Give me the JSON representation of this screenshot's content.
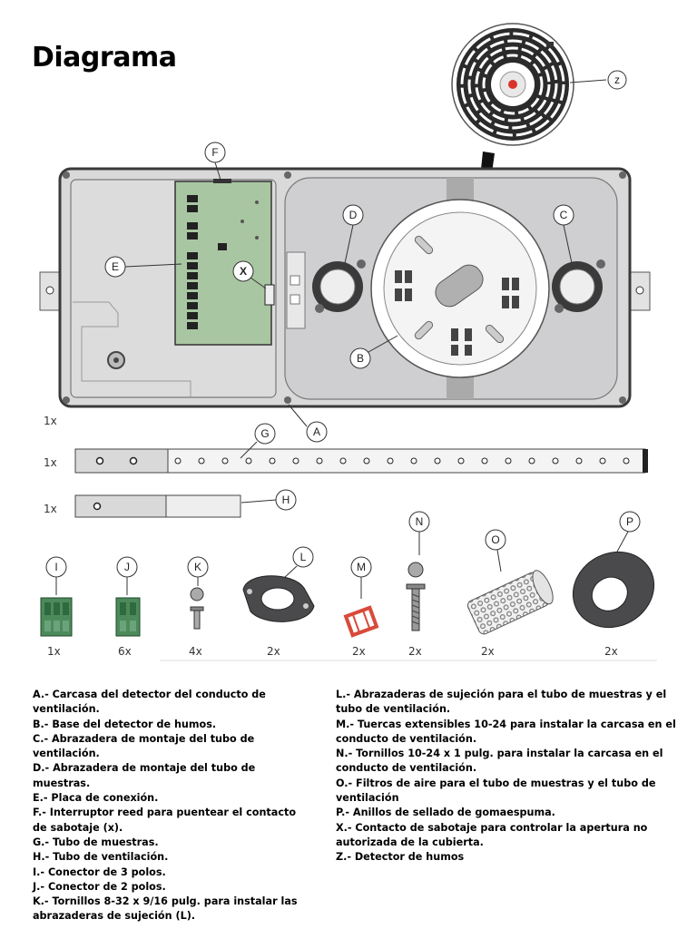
{
  "title": "Diagrama",
  "callouts": {
    "A": "A",
    "B": "B",
    "C": "C",
    "D": "D",
    "E": "E",
    "F": "F",
    "G": "G",
    "H": "H",
    "I": "I",
    "J": "J",
    "K": "K",
    "L": "L",
    "M": "M",
    "N": "N",
    "O": "O",
    "P": "P",
    "X": "X",
    "Z": "z"
  },
  "quantities": {
    "housing": "1x",
    "sample_tube": "1x",
    "vent_tube": "1x",
    "I": "1x",
    "J": "6x",
    "K": "4x",
    "L": "2x",
    "M": "2x",
    "N": "2x",
    "O": "2x",
    "P": "2x"
  },
  "legend_left": [
    "A.- Carcasa del detector del conducto de ventilación.",
    "B.- Base del detector de humos.",
    "C.- Abrazadera de montaje del tubo de ventilación.",
    "D.- Abrazadera de montaje del tubo de muestras.",
    "E.- Placa de conexión.",
    "F.- Interruptor reed para puentear el contacto de sabotaje (x).",
    "G.- Tubo de muestras.",
    "H.- Tubo de ventilación.",
    "I.- Conector de 3 polos.",
    "J.- Conector de 2 polos.",
    "K.- Tornillos 8-32 x 9/16 pulg. para instalar las abrazaderas de sujeción (L)."
  ],
  "legend_right": [
    "L.- Abrazaderas de sujeción para el tubo de muestras y el tubo de ventilación.",
    "M.- Tuercas extensibles 10-24 para instalar la carcasa en el conducto de ventilación.",
    "N.- Tornillos 10-24 x 1 pulg. para instalar la carcasa en el conducto de ventilación.",
    "O.- Filtros de aire para el tubo de muestras y el tubo de ventilación",
    "P.- Anillos de sellado de gomaespuma.",
    "X.- Contacto de sabotaje para controlar la apertura no autorizada de la cubierta.",
    "Z.- Detector de humos"
  ],
  "colors": {
    "housing": "#d9d9da",
    "housing_border": "#3a3a3a",
    "board": "#a9c6a2",
    "connector": "#4c8a5c",
    "detector_dot": "#d8342a",
    "gasket": "#4a4a4c",
    "nut": "#d94a3a"
  }
}
